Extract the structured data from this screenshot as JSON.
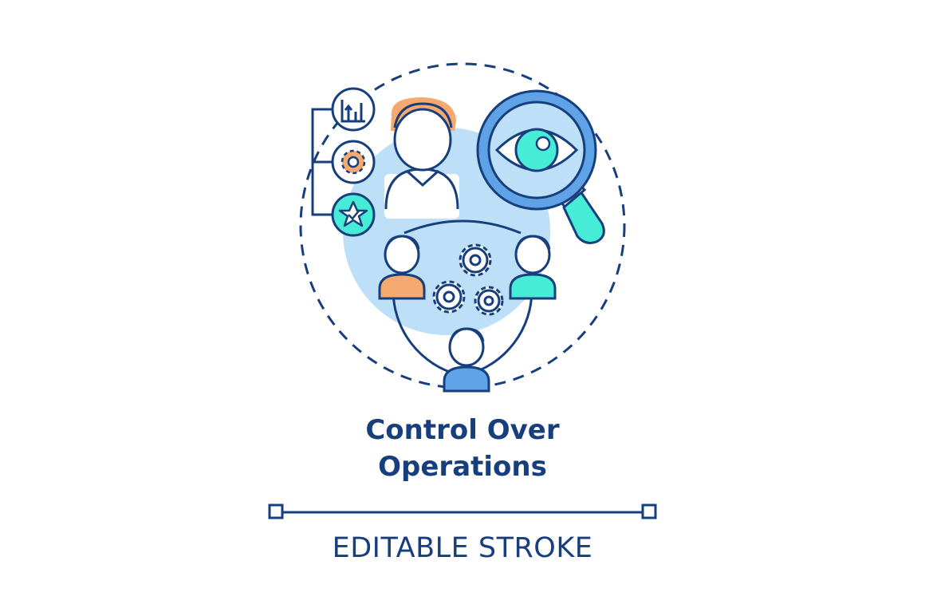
{
  "title": {
    "line1": "Control Over",
    "line2": "Operations"
  },
  "subtitle": "EDITABLE STROKE",
  "colors": {
    "stroke": "#173e7d",
    "light_blue": "#bddff7",
    "mid_blue": "#5fa3e6",
    "orange": "#f5a96e",
    "teal": "#46ecd5"
  },
  "icons": [
    "chart-icon",
    "gear-icon",
    "star-check-icon",
    "person-icon",
    "magnifier-eye-icon",
    "gears-icon",
    "team-icon"
  ]
}
